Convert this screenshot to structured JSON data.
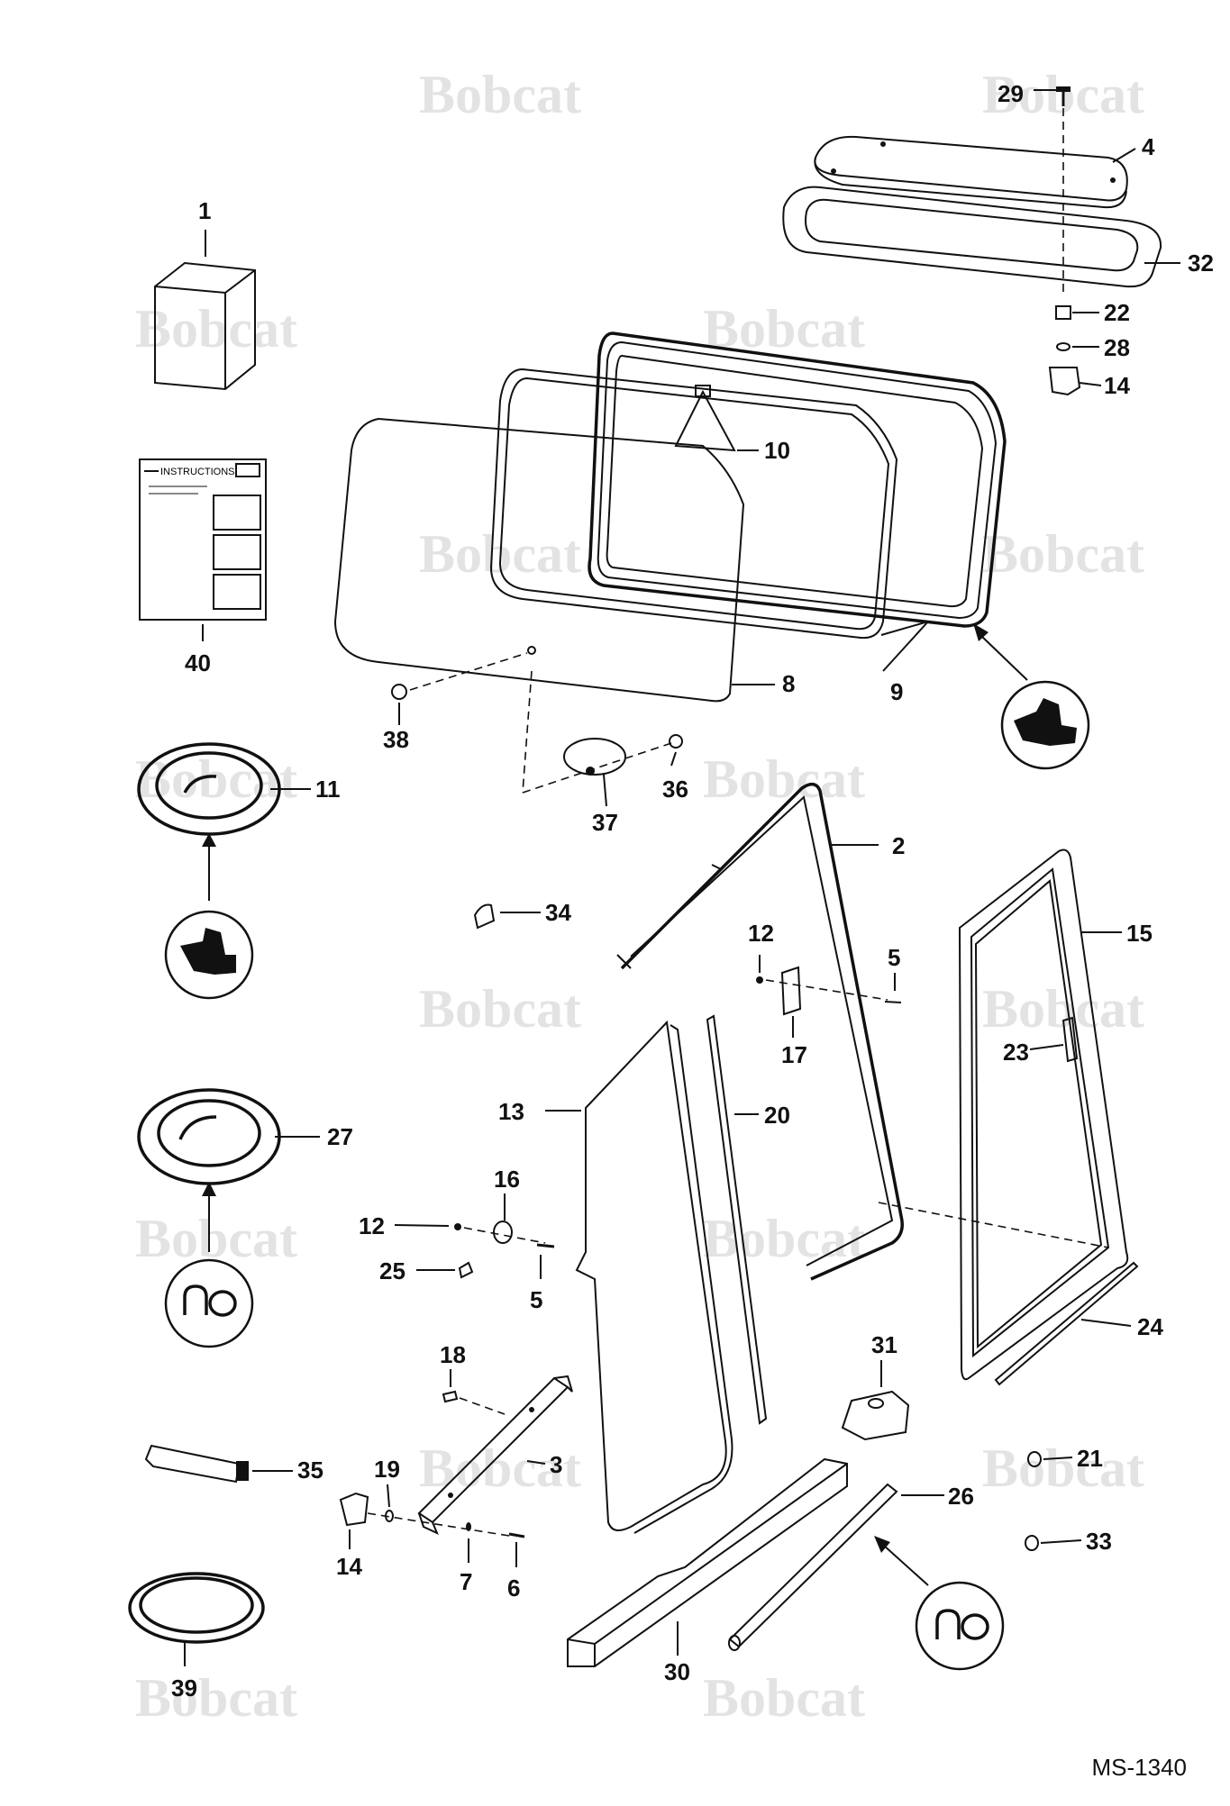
{
  "diagram": {
    "watermark_text": "Bobcat",
    "drawing_number": "MS-1340",
    "instruction_card_text": "INSTRUCTIONS",
    "callouts": {
      "c1": "1",
      "c2": "2",
      "c3": "3",
      "c4": "4",
      "c5a": "5",
      "c5b": "5",
      "c6": "6",
      "c7": "7",
      "c8": "8",
      "c9": "9",
      "c10": "10",
      "c11": "11",
      "c12a": "12",
      "c12b": "12",
      "c13": "13",
      "c14a": "14",
      "c14b": "14",
      "c15": "15",
      "c16": "16",
      "c17": "17",
      "c18": "18",
      "c19": "19",
      "c20": "20",
      "c21": "21",
      "c22": "22",
      "c23": "23",
      "c24": "24",
      "c25": "25",
      "c26": "26",
      "c27": "27",
      "c28": "28",
      "c29": "29",
      "c30": "30",
      "c31": "31",
      "c32": "32",
      "c33": "33",
      "c34": "34",
      "c35": "35",
      "c36": "36",
      "c37": "37",
      "c38": "38",
      "c39": "39",
      "c40": "40"
    }
  }
}
